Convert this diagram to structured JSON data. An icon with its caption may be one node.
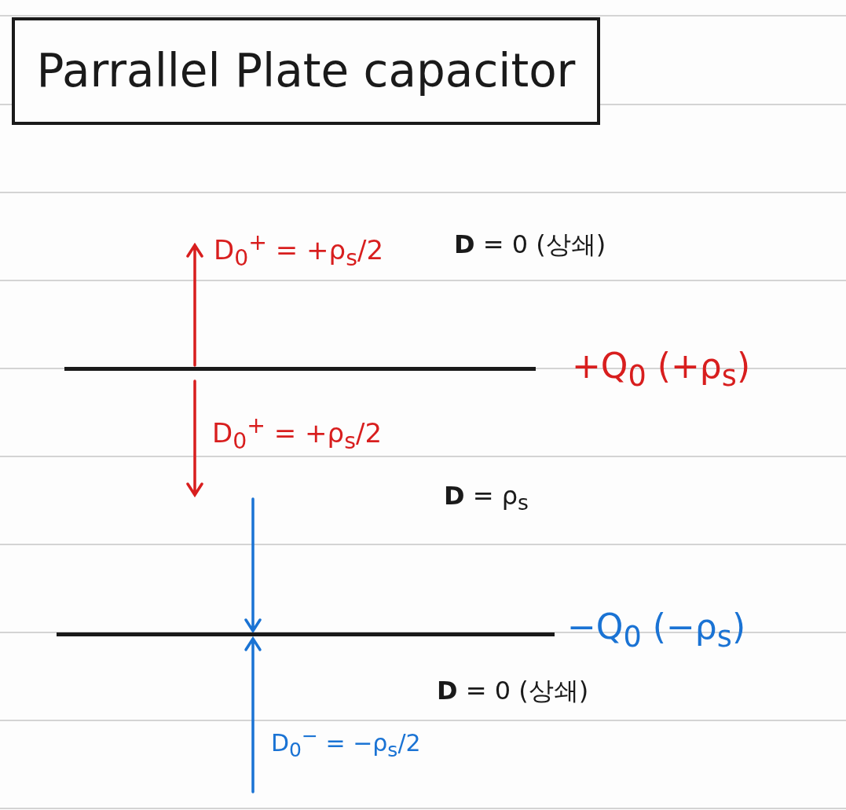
{
  "diagram": {
    "title": "Parrallel Plate capacitor",
    "nodes": [
      {
        "text": [],
        "shape": "bar",
        "beside": [
          "+Q$_{0}$ (+ρ$_{s}$)"
        ]
      },
      {
        "text": [],
        "shape": "bar",
        "beside": [
          "−Q$_{0}$ (−ρ$_{s}$)"
        ]
      }
    ],
    "labels": [
      "D$_{0}$$^{+}$ = +ρ$_{s}$/2",
      "**D** = 0 (상쇄)",
      "D$_{0}$$^{+}$ = +ρ$_{s}$/2",
      "**D** = ρ$_{s}$",
      "**D** = 0 (상쇄)",
      "D$_{0}$$^{−}$ = −ρ$_{s}$/2"
    ]
  }
}
